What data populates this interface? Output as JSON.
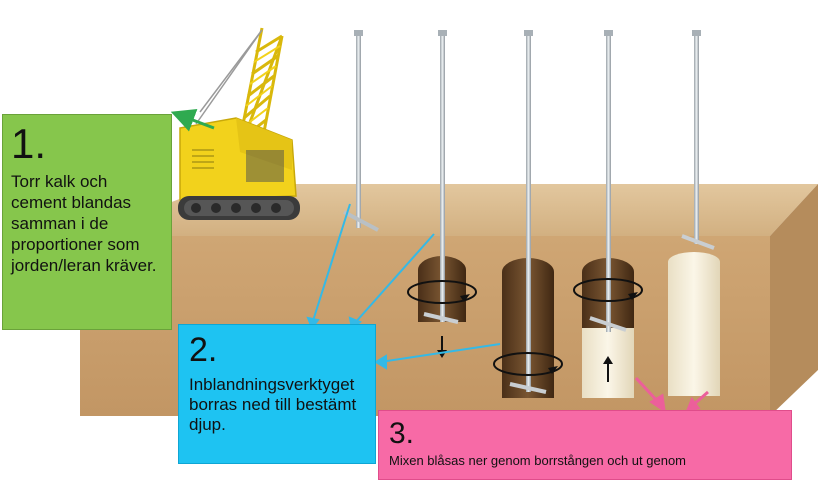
{
  "step1": {
    "number": "1.",
    "text": "Torr kalk och cement blandas samman i de proportioner som jorden/leran kräver."
  },
  "step2": {
    "number": "2.",
    "text": "Inblandningsverktyget borras ned till bestämt djup."
  },
  "step3": {
    "number": "3.",
    "text": "Mixen blåsas ner genom borrstången och ut genom"
  },
  "colors": {
    "step1_box": "#86c64c",
    "step2_box": "#1ec3f2",
    "step3_box": "#f76aa6",
    "ground_top": "#d8b98d",
    "ground_front": "#c8a070",
    "ground_side": "#b58c5c",
    "crane": "#f2d21c",
    "column": "#f4ecd6",
    "arrow_green": "#2faa50",
    "arrow_cyan": "#34b9e6",
    "arrow_pink": "#ec5f9a"
  },
  "icons": [
    "crawler-crane-icon",
    "drill-rod-icon",
    "rotation-arrow-icon",
    "direction-arrow-icon"
  ]
}
